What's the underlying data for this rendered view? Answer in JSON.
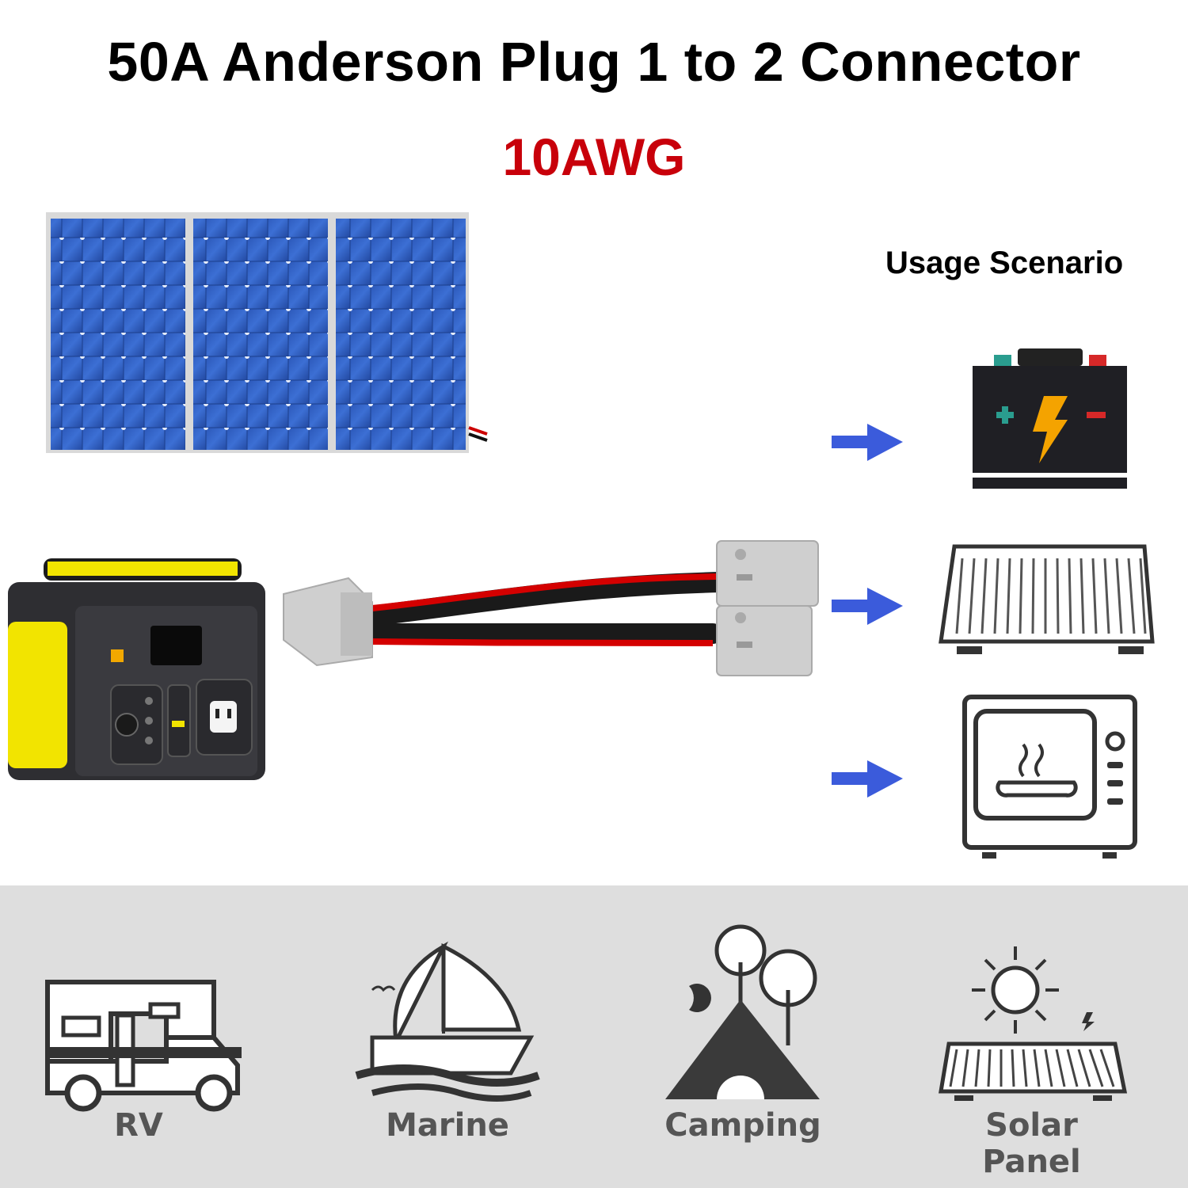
{
  "header": {
    "title": "50A Anderson Plug 1 to 2 Connector",
    "subtitle": "10AWG"
  },
  "usage_label": "Usage Scenario",
  "devices": [
    {
      "icon": "car-battery-icon"
    },
    {
      "icon": "solar-panel-icon"
    },
    {
      "icon": "microwave-icon"
    }
  ],
  "scenarios": [
    {
      "label": "RV",
      "icon": "rv-icon"
    },
    {
      "label": "Marine",
      "icon": "sailboat-icon"
    },
    {
      "label": "Camping",
      "icon": "tent-icon"
    },
    {
      "label": "Solar Panel",
      "icon": "sun-solar-icon"
    }
  ],
  "colors": {
    "accent_red": "#c8000a",
    "arrow_blue": "#3b5bdb",
    "band_gray": "#dedede",
    "icon_dark": "#333333",
    "station_yellow": "#f2e400",
    "connector_gray": "#cfcfcf"
  }
}
